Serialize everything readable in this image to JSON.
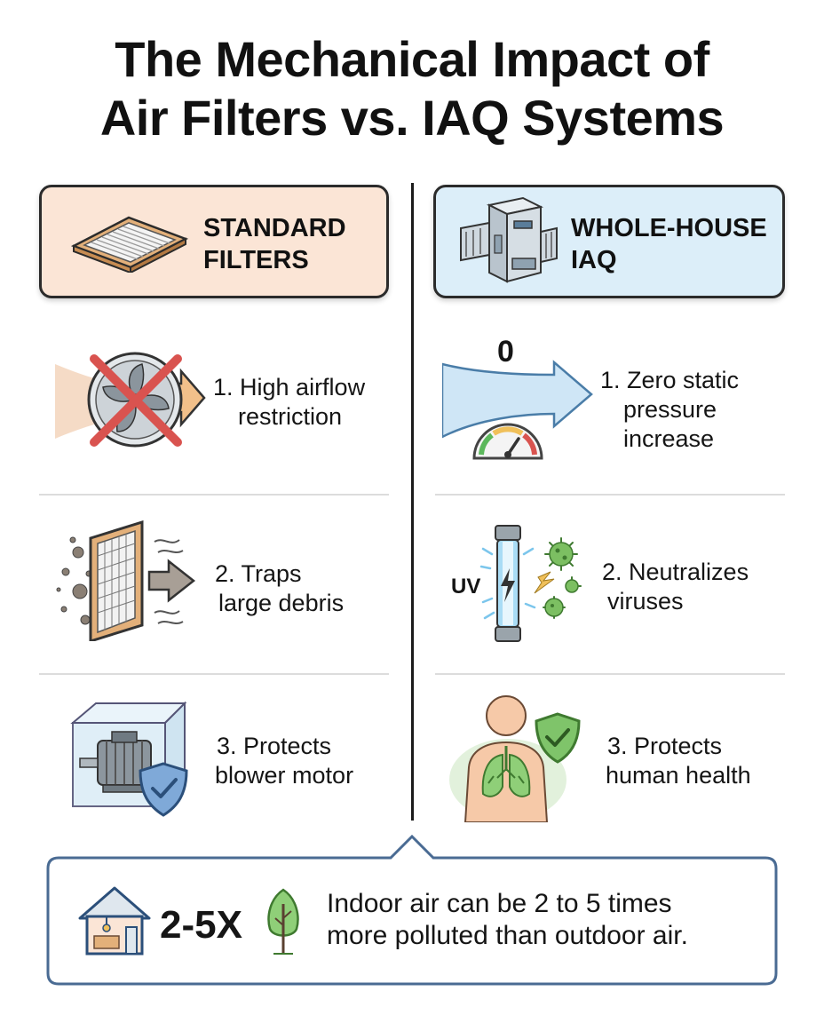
{
  "title": {
    "line1": "The Mechanical Impact of",
    "line2": "Air Filters vs. IAQ Systems"
  },
  "left": {
    "header": {
      "line1": "STANDARD",
      "line2": "FILTERS"
    },
    "items": [
      {
        "line1": "1. High airflow",
        "line2": "restriction"
      },
      {
        "line1": "2. Traps",
        "line2": "large debris"
      },
      {
        "line1": "3. Protects",
        "line2": "blower motor"
      }
    ]
  },
  "right": {
    "header": {
      "line1": "WHOLE-HOUSE",
      "line2": "IAQ"
    },
    "items": [
      {
        "line1": "1. Zero static",
        "line2": "pressure",
        "line3": "increase"
      },
      {
        "line1": "2. Neutralizes",
        "line2": "viruses"
      },
      {
        "line1": "3. Protects",
        "line2": "human health"
      }
    ],
    "zero_label": "0",
    "uv_label": "UV"
  },
  "callout": {
    "multiplier": "2-5X",
    "line1": "Indoor air can be 2 to 5 times",
    "line2": "more polluted than outdoor air."
  },
  "icons": {
    "left_header": "air-filter-icon",
    "right_header": "iaq-unit-icon",
    "left_1": "blocked-fan-icon",
    "left_2": "debris-filter-icon",
    "left_3": "motor-shield-icon",
    "right_1": "airflow-gauge-icon",
    "right_2": "uv-lamp-icon",
    "right_3": "healthy-lungs-icon",
    "house": "house-icon",
    "tree": "tree-icon"
  },
  "colors": {
    "left_header_bg": "#fbe5d6",
    "right_header_bg": "#dceef9",
    "accent_red": "#d9534f",
    "accent_green": "#5cb85c",
    "accent_blue": "#6fb7e3",
    "callout_border": "#4a6b93"
  }
}
